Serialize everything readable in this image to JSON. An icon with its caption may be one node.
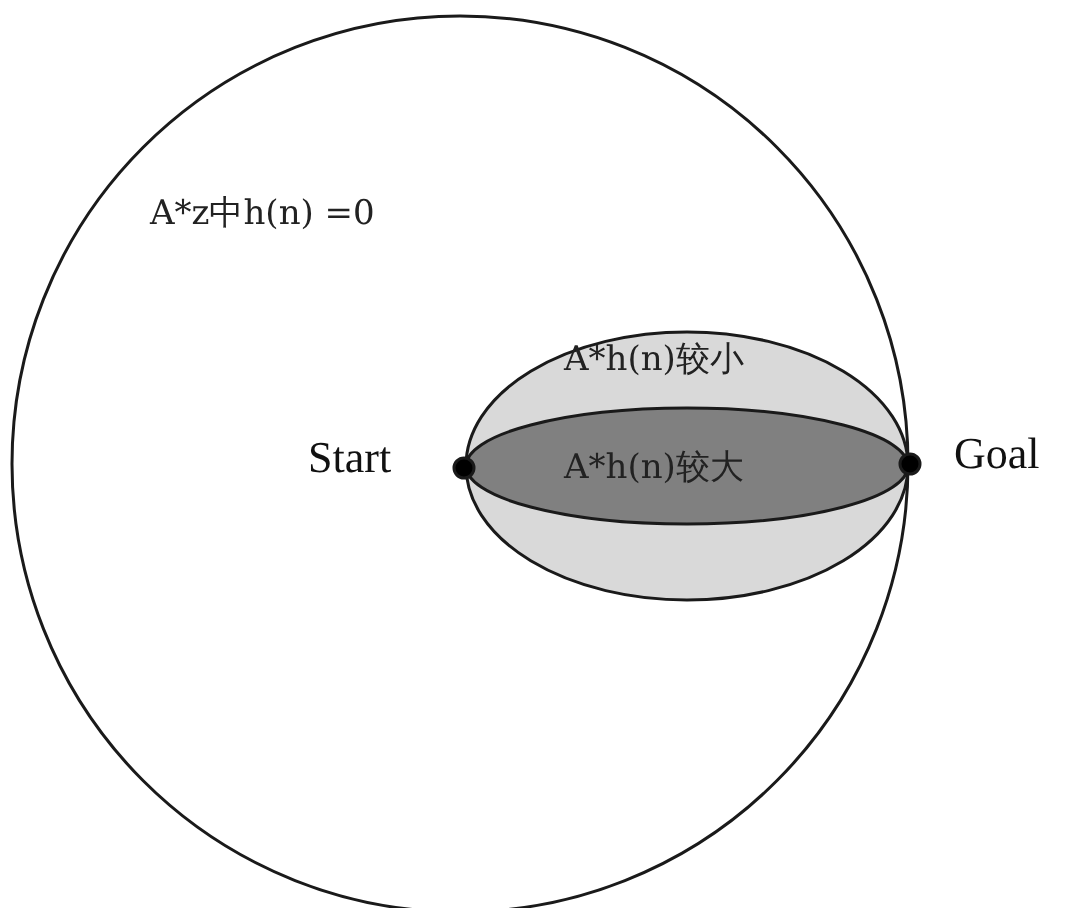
{
  "diagram": {
    "nodes": [
      {
        "text": [
          "A*z中h(n) =0"
        ]
      },
      {
        "text": [
          "A*h(n)较小"
        ],
        "in": 0
      },
      {
        "text": [
          "A*h(n)较大"
        ],
        "in": 1
      },
      {
        "text": [],
        "shape": "circle",
        "beside": [
          "Start"
        ],
        "in": 0
      },
      {
        "text": [],
        "shape": "circle",
        "beside": [
          "Goal"
        ]
      }
    ],
    "edges": []
  }
}
